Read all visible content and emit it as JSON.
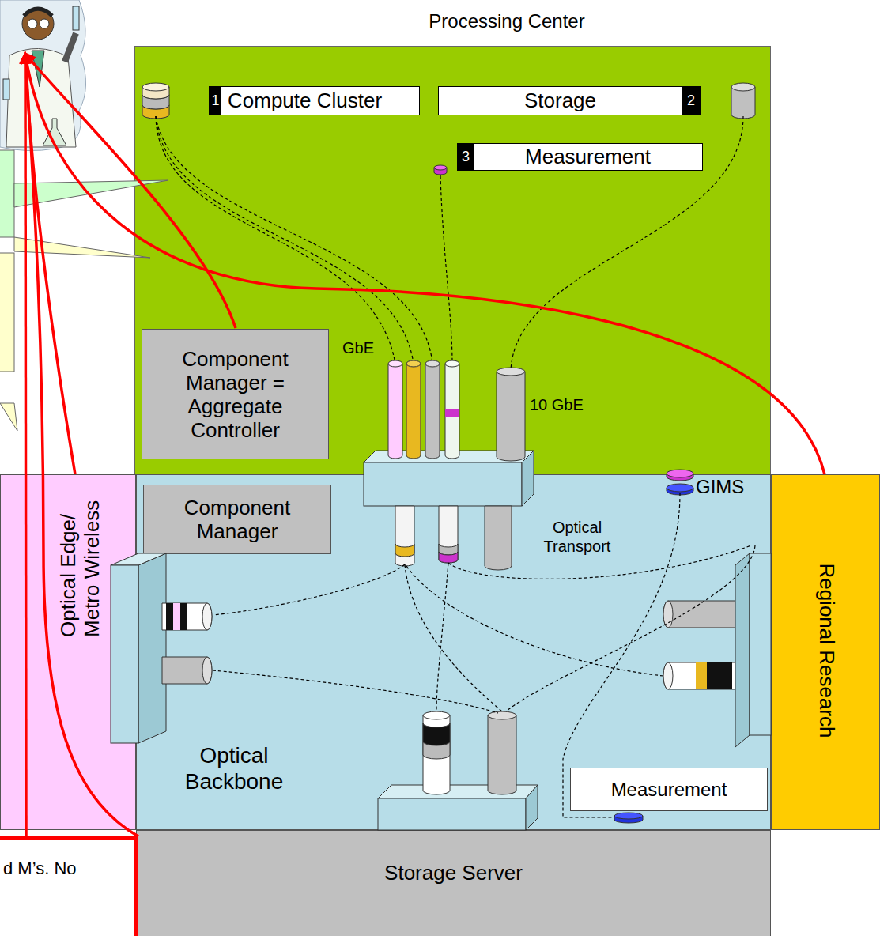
{
  "diagram": {
    "nodes": [
      {
        "text": [
          "Processing Center"
        ]
      },
      {
        "text": [
          "1",
          "Compute Cluster"
        ],
        "in": 0
      },
      {
        "text": [
          "Storage",
          "2"
        ],
        "in": 0
      },
      {
        "text": [
          "3",
          "Measurement"
        ],
        "in": 0
      },
      {
        "text": [
          "Component Manager = Aggregate Controller"
        ],
        "in": 0
      },
      {
        "text": [
          "Optical Edge/ Metro Wireless"
        ]
      },
      {
        "text": [
          "Optical Backbone"
        ]
      },
      {
        "text": [
          "Component Manager"
        ],
        "in": 6
      },
      {
        "text": [
          "Measurement"
        ],
        "in": 6
      },
      {
        "text": [
          "Regional Research"
        ]
      },
      {
        "text": [
          "Storage Server"
        ]
      },
      {
        "text": [
          "d M’s. No"
        ]
      }
    ],
    "labels": [
      "GbE",
      "10 GbE",
      "GIMS",
      "Optical Transport"
    ]
  }
}
